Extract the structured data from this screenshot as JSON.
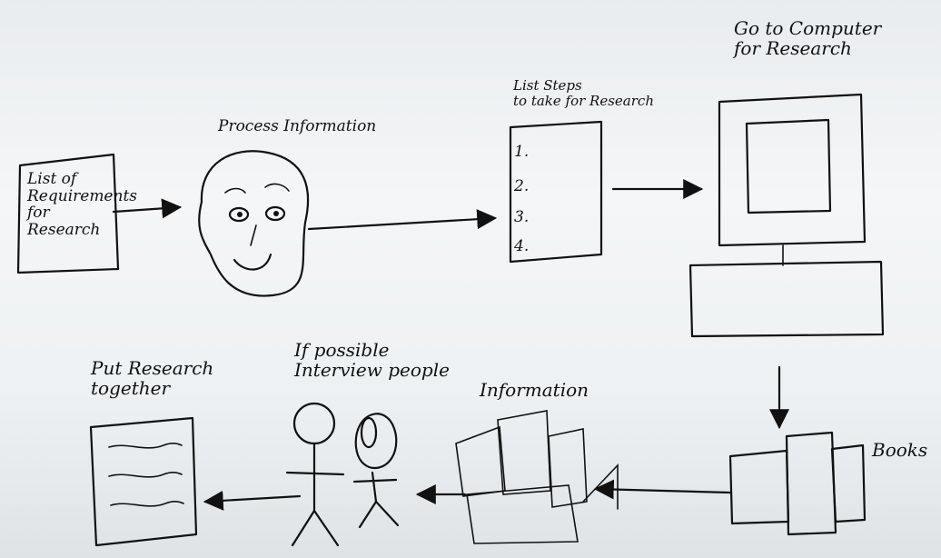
{
  "labels": {
    "requirements_card": "List of\nRequirements\nfor\nResearch",
    "process_info": "Process Information",
    "list_steps_title": "List Steps\nto take for Research",
    "steps": [
      "1.",
      "2.",
      "3.",
      "4."
    ],
    "computer_title": "Go to Computer\nfor Research",
    "books": "Books",
    "information": "Information",
    "interview": "If possible\nInterview people",
    "put_together": "Put Research\ntogether"
  }
}
